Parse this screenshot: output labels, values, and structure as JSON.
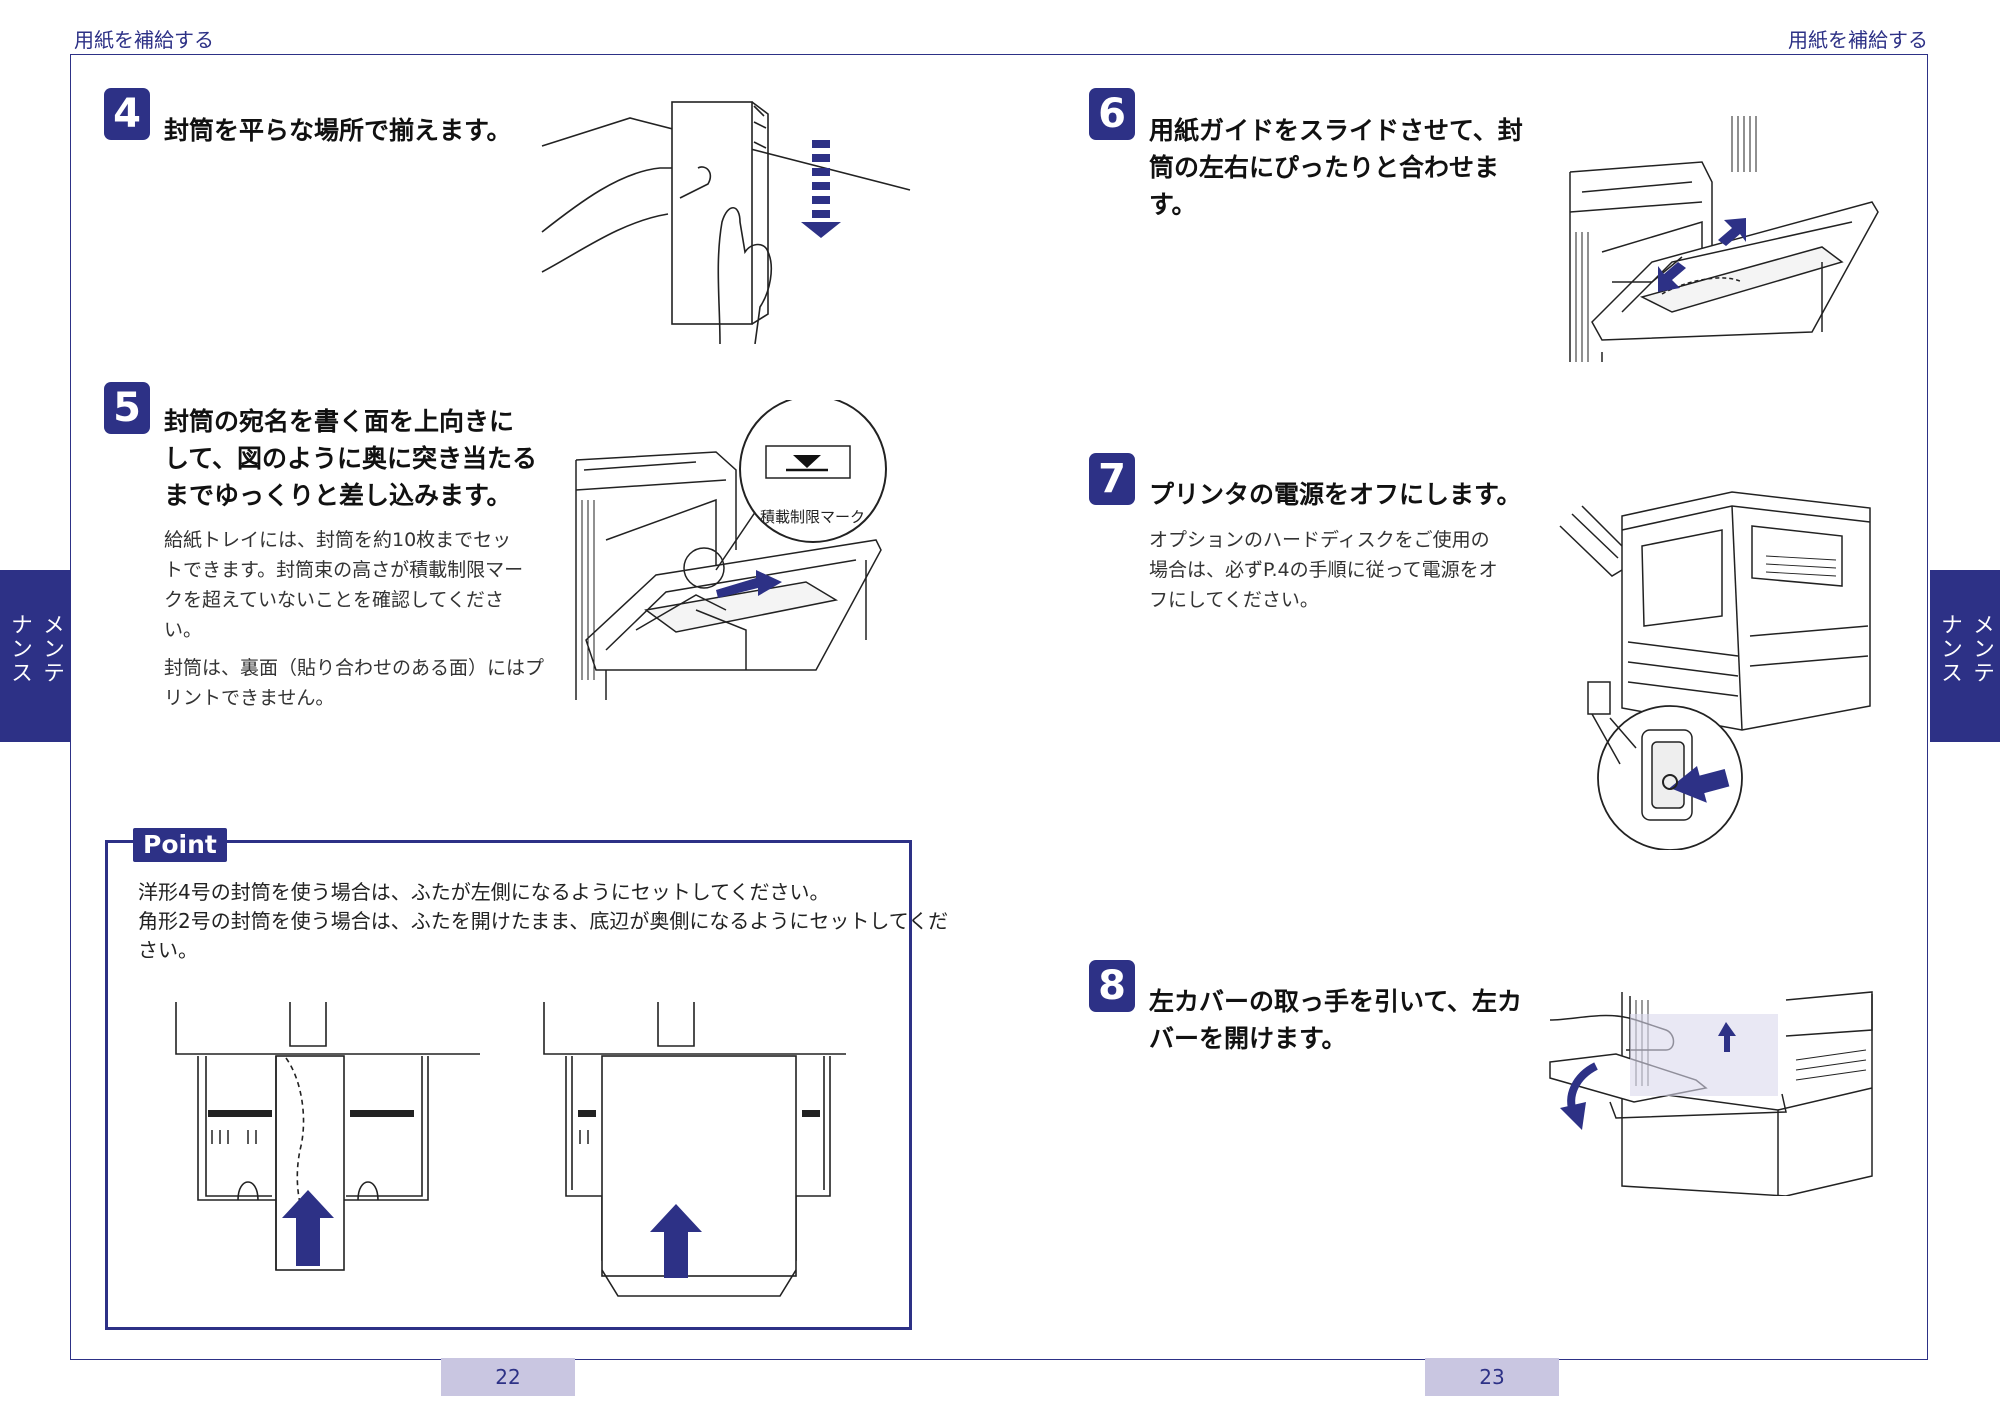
{
  "header": {
    "left_title": "用紙を補給する",
    "right_title": "用紙を補給する"
  },
  "side_tabs": {
    "left": "メンテナンス",
    "right": "メンテナンス"
  },
  "steps": {
    "s4": {
      "num": "4",
      "title": "封筒を平らな場所で揃えます。"
    },
    "s5": {
      "num": "5",
      "title_lines": [
        "封筒の宛名を書く面を上向きに",
        "して、図のように奥に突き当たる",
        "までゆっくりと差し込みます。"
      ],
      "desc1_lines": [
        "給紙トレイには、封筒を約10枚までセッ",
        "トできます。封筒束の高さが積載制限マー",
        "クを超えていないことを確認してくださ",
        "い。"
      ],
      "desc2_lines": [
        "封筒は、裏面（貼り合わせのある面）にはプ",
        "リントできません。"
      ],
      "callout": "積載制限マーク"
    },
    "s6": {
      "num": "6",
      "title_lines": [
        "用紙ガイドをスライドさせて、封",
        "筒の左右にぴったりと合わせま",
        "す。"
      ]
    },
    "s7": {
      "num": "7",
      "title": "プリンタの電源をオフにします。",
      "desc_lines": [
        "オプションのハードディスクをご使用の",
        "場合は、必ずP.4の手順に従って電源をオ",
        "フにしてください。"
      ]
    },
    "s8": {
      "num": "8",
      "title_lines": [
        "左カバーの取っ手を引いて、左カ",
        "バーを開けます。"
      ]
    }
  },
  "point": {
    "label": "Point",
    "lines": [
      "洋形4号の封筒を使う場合は、ふたが左側になるようにセットしてください。",
      "角形2号の封筒を使う場合は、ふたを開けたまま、底辺が奥側になるようにセットしてくだ",
      "さい。"
    ]
  },
  "page_numbers": {
    "left": "22",
    "right": "23"
  },
  "colors": {
    "accent": "#2d3186",
    "page_tab": "#c9c6e1"
  }
}
